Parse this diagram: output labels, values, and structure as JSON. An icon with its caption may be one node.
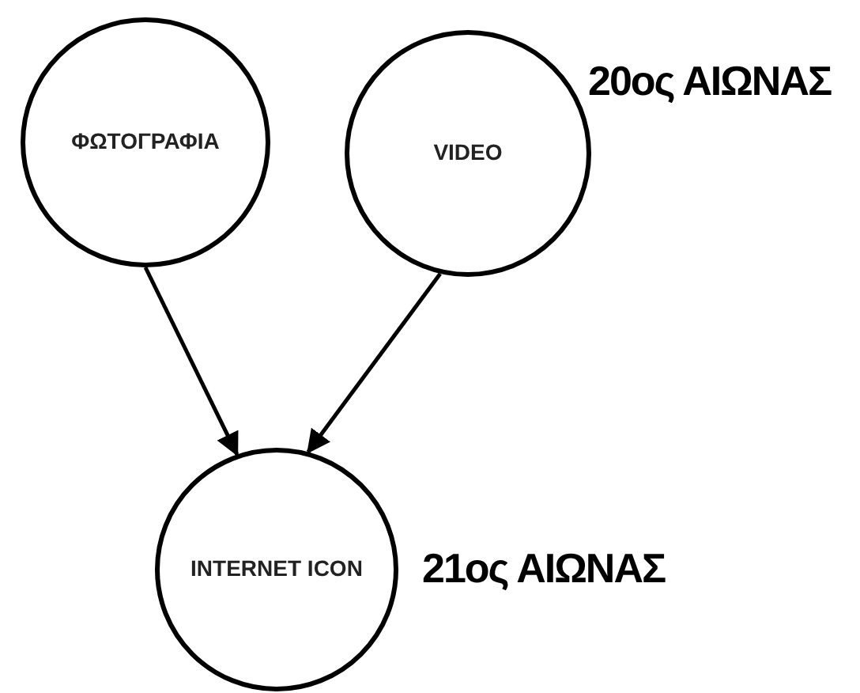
{
  "diagram": {
    "nodes": [
      {
        "text": [
          "ΦΩΤΟΓΡΑΦΙΑ"
        ]
      },
      {
        "text": [
          "VIDEO"
        ]
      },
      {
        "text": [
          "INTERNET ICON"
        ]
      }
    ],
    "edges": [
      {
        "from": 0,
        "to": 2,
        "arrow": "to"
      },
      {
        "from": 1,
        "to": 2,
        "arrow": "to"
      }
    ],
    "labels": [
      "20ος ΑΙΩΝΑΣ",
      "21ος ΑΙΩΝΑΣ"
    ]
  }
}
